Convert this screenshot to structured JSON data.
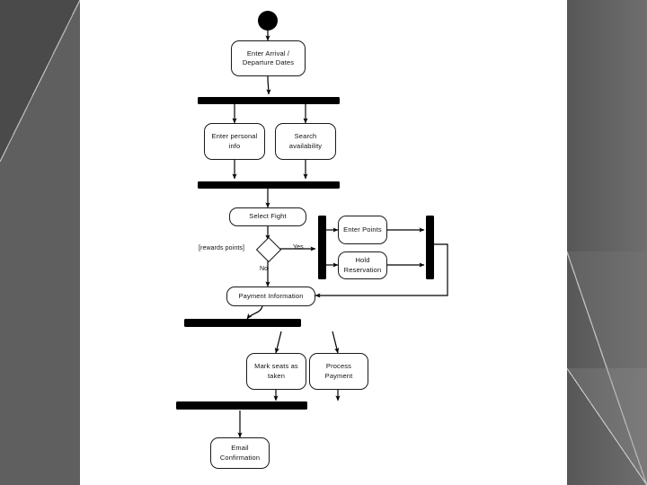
{
  "slide": {
    "background": "#ffffff",
    "band_color": "#5f5f5f"
  },
  "diagram": {
    "type": "uml-activity-diagram",
    "title": "",
    "nodes": [
      {
        "id": "start",
        "kind": "initial-node",
        "label": ""
      },
      {
        "id": "enter-dates",
        "kind": "action",
        "label": "Enter Arrival / Departure Dates"
      },
      {
        "id": "fork-1",
        "kind": "fork-bar",
        "label": ""
      },
      {
        "id": "enter-personal-info",
        "kind": "action",
        "label": "Enter personal info"
      },
      {
        "id": "search-availability",
        "kind": "action",
        "label": "Search availability"
      },
      {
        "id": "join-1",
        "kind": "join-bar",
        "label": ""
      },
      {
        "id": "select-flight",
        "kind": "action",
        "label": "Select Fight"
      },
      {
        "id": "rewards-decision",
        "kind": "decision",
        "label": ""
      },
      {
        "id": "fork-2",
        "kind": "fork-bar-vertical",
        "label": ""
      },
      {
        "id": "enter-points",
        "kind": "action",
        "label": "Enter Points"
      },
      {
        "id": "hold-reservation",
        "kind": "action",
        "label": "Hold Reservation"
      },
      {
        "id": "join-2",
        "kind": "join-bar-vertical",
        "label": ""
      },
      {
        "id": "payment-information",
        "kind": "action",
        "label": "Payment Information"
      },
      {
        "id": "fork-3",
        "kind": "fork-bar",
        "label": ""
      },
      {
        "id": "mark-seats-taken",
        "kind": "action",
        "label": "Mark seats as taken"
      },
      {
        "id": "process-payment",
        "kind": "action",
        "label": "Process Payment"
      },
      {
        "id": "join-3",
        "kind": "join-bar",
        "label": ""
      },
      {
        "id": "email-confirmation",
        "kind": "action",
        "label": "Email Confirmation"
      }
    ],
    "guards": {
      "rewards_points": "[rewards points]",
      "yes": "Yes",
      "no": "No"
    }
  }
}
